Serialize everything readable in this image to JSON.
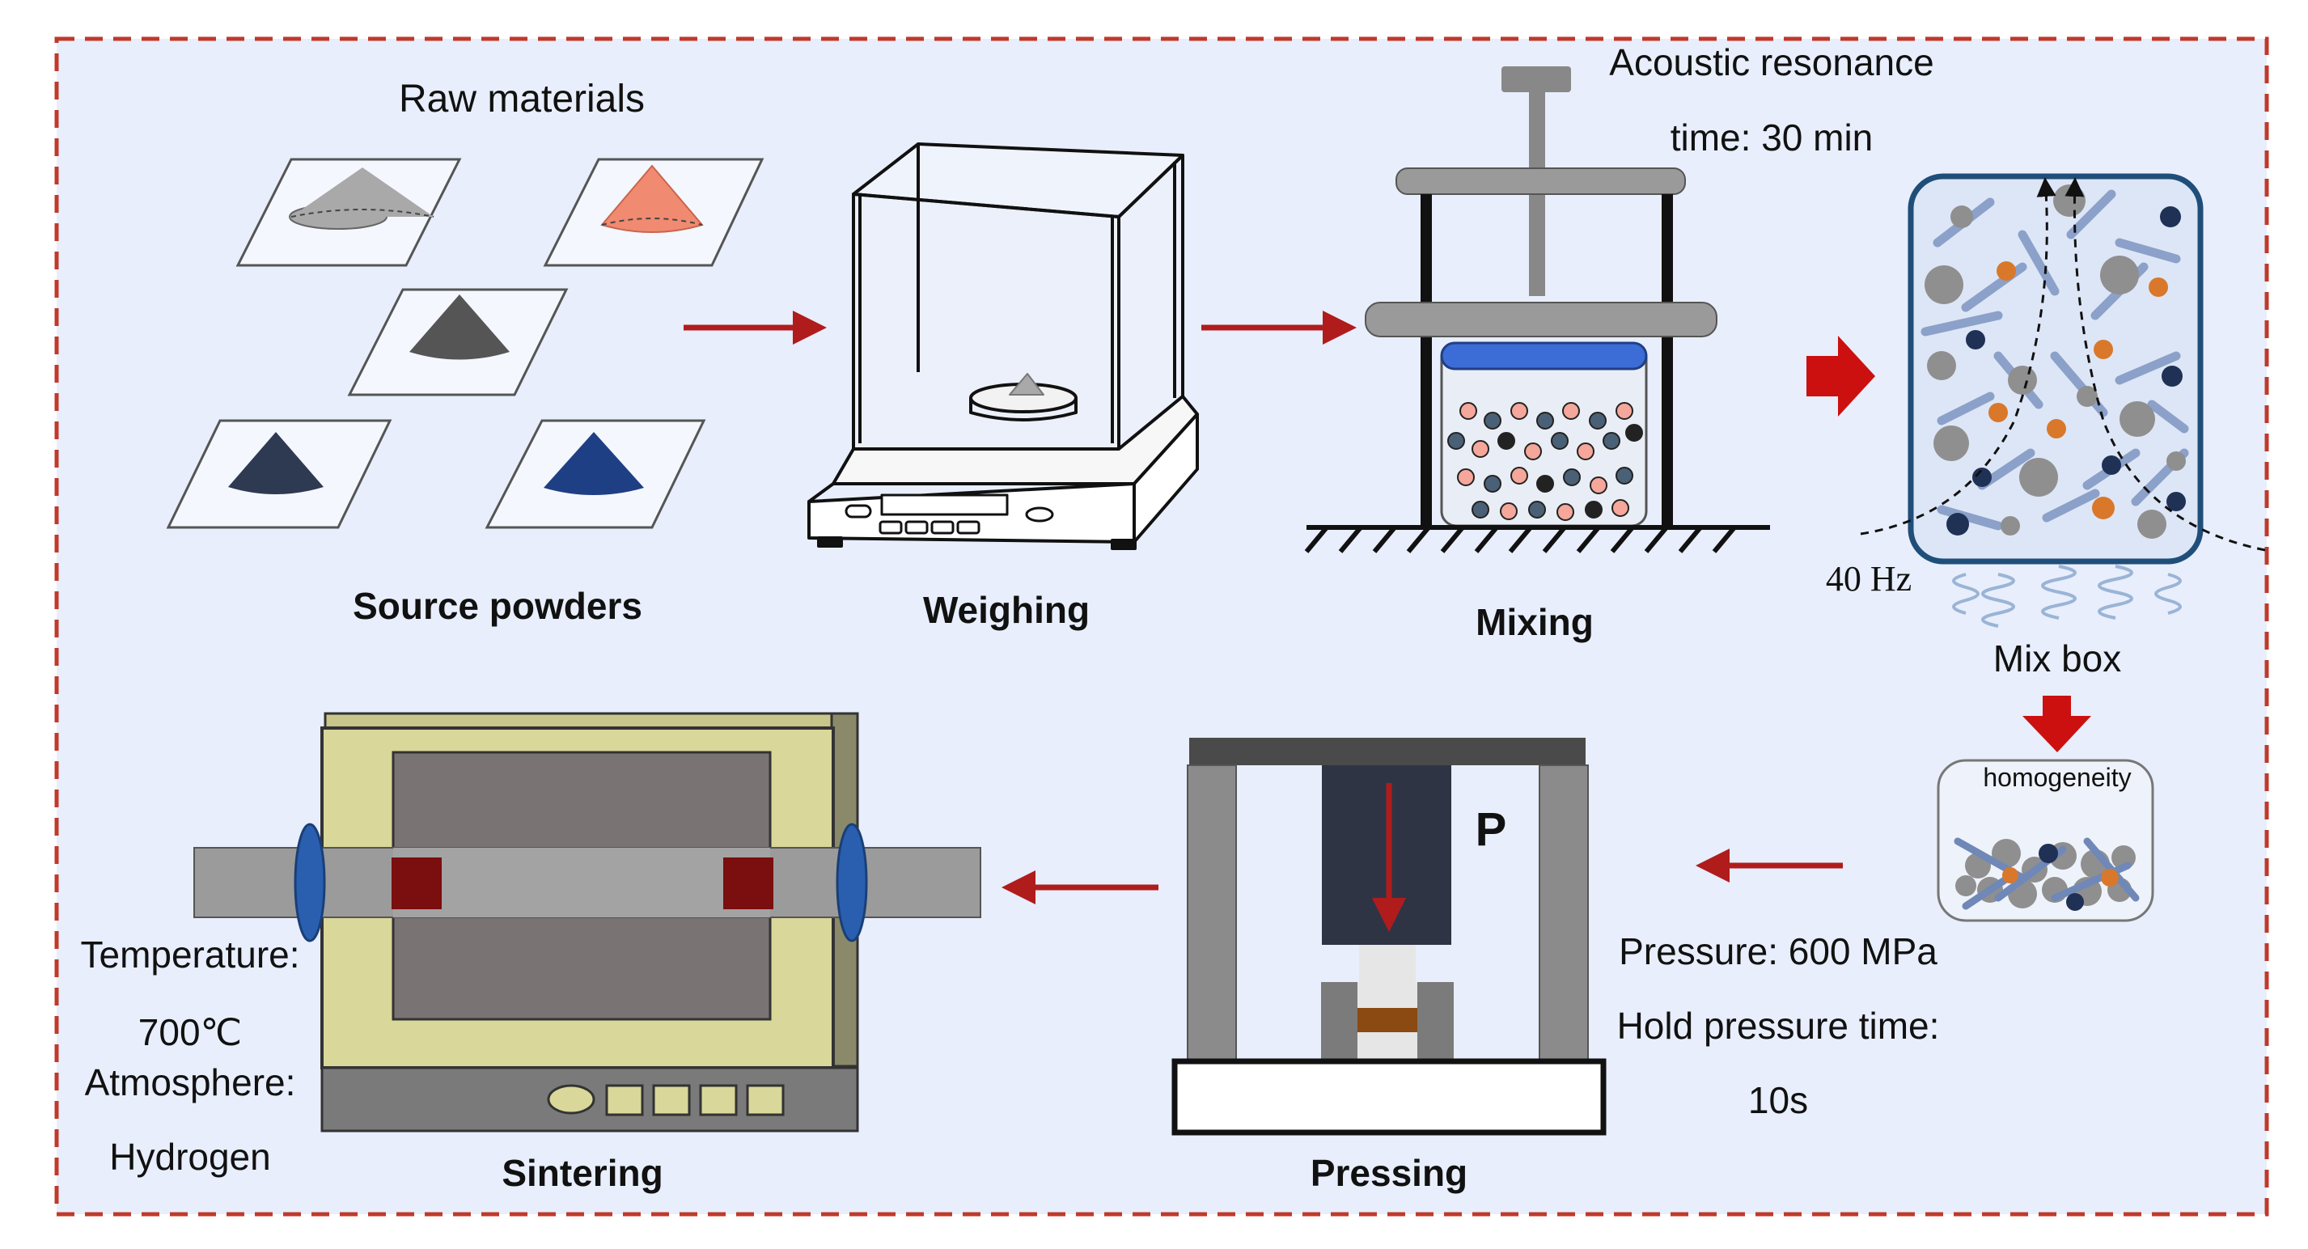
{
  "labels": {
    "raw_materials": "Raw materials",
    "source_powders": "Source powders",
    "weighing": "Weighing",
    "acoustic_resonance": "Acoustic resonance",
    "time": "time: 30 min",
    "mixing": "Mixing",
    "frequency": "40 Hz",
    "mix_box": "Mix box",
    "homogeneity": "homogeneity",
    "press_symbol": "P",
    "pressure": "Pressure: 600 MPa",
    "hold_time_label": "Hold pressure time:",
    "hold_time_value": "10s",
    "pressing": "Pressing",
    "temperature_label": "Temperature:",
    "temperature_value": "700℃",
    "atmosphere_label": "Atmosphere:",
    "atmosphere_value": "Hydrogen",
    "sintering": "Sintering"
  },
  "colors": {
    "background": "#e8eefb",
    "border": "#c0392b",
    "arrow": "#b01c1c",
    "powder_gray": "#a9a9a9",
    "powder_salmon": "#f08a70",
    "powder_dark": "#555555",
    "powder_navy": "#2e3a52",
    "powder_blue": "#1f3f85",
    "box_frame": "#1f4e79",
    "furnace_body": "#d9d79a",
    "furnace_chamber": "#7a7374",
    "sample": "#7b0e0e"
  }
}
